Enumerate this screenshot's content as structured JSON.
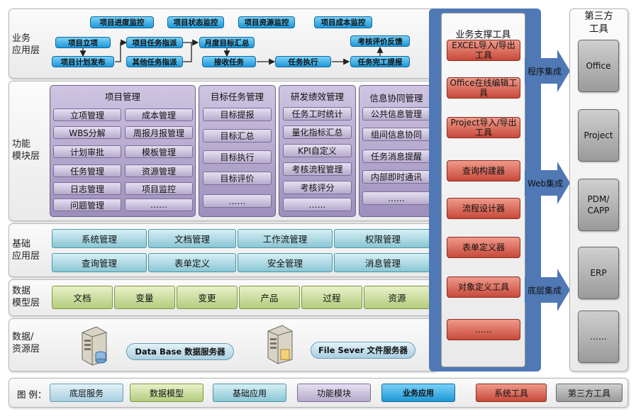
{
  "layers": {
    "business": "业务\n应用层",
    "function": "功能\n模块层",
    "base": "基础\n应用层",
    "model": "数据\n模型层",
    "resource": "数据/\n资源层"
  },
  "business": {
    "monitors": [
      "项目进度监控",
      "项目状态监控",
      "项目资源监控",
      "项目成本监控"
    ],
    "flow": {
      "project_setup": "项目立项",
      "plan_release": "项目计划发布",
      "task_assign": "项目任务指派",
      "other_task_assign": "其他任务指派",
      "monthly_goal": "月度目标汇总",
      "receive_task": "接收任务",
      "task_exec": "任务执行",
      "eval_feedback": "考核评价反馈",
      "task_report": "任务完工提报"
    }
  },
  "modules": {
    "project": {
      "title": "项目管理",
      "items": [
        "立项管理",
        "成本管理",
        "WBS分解",
        "周报月报管理",
        "计划审批",
        "模板管理",
        "任务管理",
        "资源管理",
        "日志管理",
        "项目监控",
        "问题管理",
        "……"
      ]
    },
    "goal": {
      "title": "目标任务管理",
      "items": [
        "目标提报",
        "目标汇总",
        "目标执行",
        "目标评价",
        "……"
      ]
    },
    "perf": {
      "title": "研发绩效管理",
      "items": [
        "任务工时统计",
        "量化指标汇总",
        "KPI自定义",
        "考核流程管理",
        "考核评分",
        "……"
      ]
    },
    "info": {
      "title": "信息协同管理",
      "items": [
        "公共信息管理",
        "组间信息协同",
        "任务消息提醒",
        "内部即时通讯",
        "……"
      ]
    }
  },
  "base_apps": [
    "系统管理",
    "文档管理",
    "工作流管理",
    "权限管理",
    "查询管理",
    "表单定义",
    "安全管理",
    "消息管理"
  ],
  "data_models": [
    "文档",
    "变量",
    "变更",
    "产品",
    "过程",
    "资源"
  ],
  "resources": {
    "db": "Data Base 数据服务器",
    "file": "File Sever 文件服务器"
  },
  "tools": {
    "title": "业务支撑工具",
    "items": [
      "EXCEL导入/导出工具",
      "Office在线编辑工具",
      "Project导入/导出工具",
      "查询构建器",
      "流程设计器",
      "表单定义器",
      "对象定义工具",
      "……"
    ]
  },
  "integrations": [
    "程序集成",
    "Web集成",
    "底层集成"
  ],
  "third_party": {
    "title": "第三方\n工具",
    "items": [
      "Office",
      "Project",
      "PDM/\nCAPP",
      "ERP",
      "……"
    ]
  },
  "legend": {
    "title": "图 例：",
    "items": [
      "底层服务",
      "数据模型",
      "基础应用",
      "功能模块",
      "业务应用",
      "系统工具",
      "第三方工具"
    ]
  },
  "colors": {
    "business": "#1e98d8",
    "module": "#9d8fbc",
    "base": "#8ac6d4",
    "model": "#b4cc7e",
    "tool": "#c8493a",
    "third": "#9a9a9a",
    "frame": "#4f78b5"
  }
}
